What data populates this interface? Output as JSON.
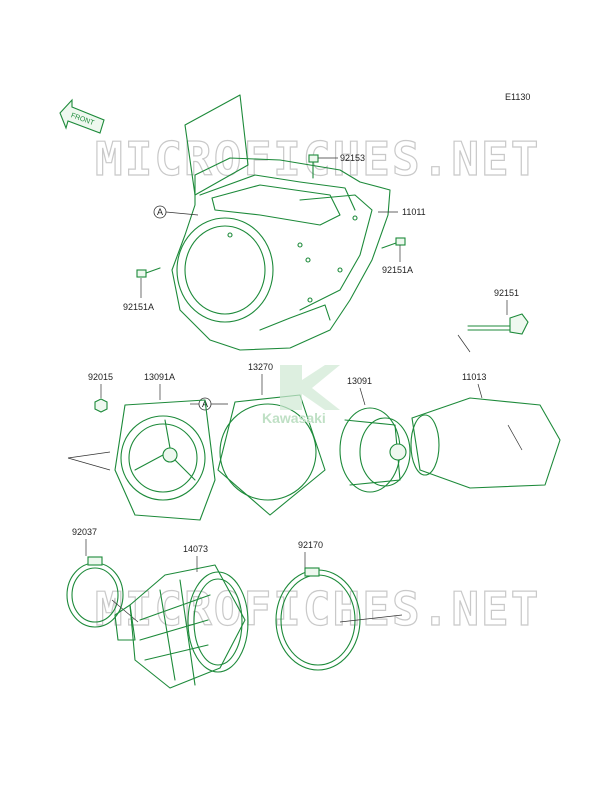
{
  "diagram_code": "E1130",
  "front_tag": "FRONT",
  "watermark": "MICROFICHES.NET",
  "logo_text": "Kawasaki",
  "callout_a": "A",
  "parts": [
    {
      "id": "p92153",
      "label": "92153"
    },
    {
      "id": "p11011",
      "label": "11011"
    },
    {
      "id": "p92151A_l",
      "label": "92151A"
    },
    {
      "id": "p92151A_r",
      "label": "92151A"
    },
    {
      "id": "p92151",
      "label": "92151"
    },
    {
      "id": "p92015",
      "label": "92015"
    },
    {
      "id": "p13091A",
      "label": "13091A"
    },
    {
      "id": "p13270",
      "label": "13270"
    },
    {
      "id": "p13091",
      "label": "13091"
    },
    {
      "id": "p11013",
      "label": "11013"
    },
    {
      "id": "p92037",
      "label": "92037"
    },
    {
      "id": "p14073",
      "label": "14073"
    },
    {
      "id": "p92170",
      "label": "92170"
    }
  ],
  "colors": {
    "line": "#1d8a3a",
    "watermark": "#c9c9c9",
    "logo": "#1d8a3a"
  }
}
